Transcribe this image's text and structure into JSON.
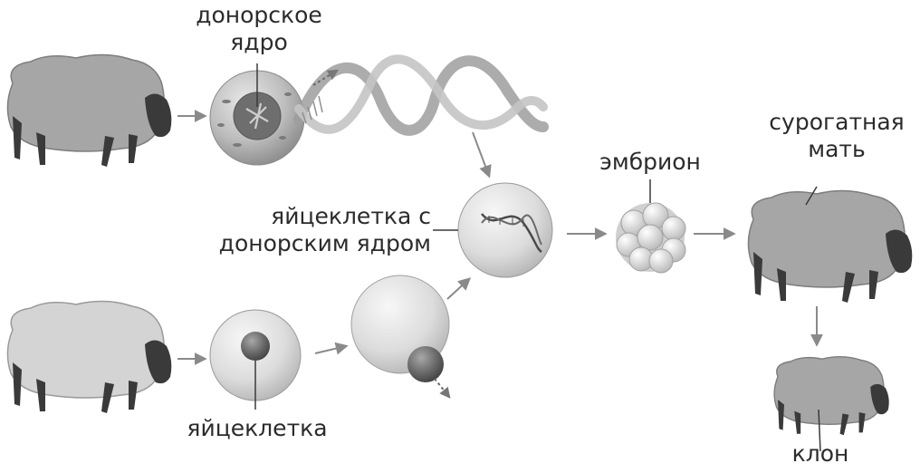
{
  "labels": {
    "donor_nucleus": "донорское\nядро",
    "egg_with_donor_nucleus": "яйцеклетка с\nдонорским ядром",
    "embryo": "эмбрион",
    "surrogate_mother": "сурогатная\nмать",
    "egg": "яйцеклетка",
    "clone": "клон"
  },
  "colors": {
    "sheep_dark": "#a6a6a6",
    "sheep_light": "#d4d4d4",
    "sheep_head": "#3a3a3a",
    "cell": "#d9d9d9",
    "nucleus": "#6e6e6e",
    "arrow": "#8a8a8a",
    "text": "#2b2b2b"
  },
  "icons": {
    "sheep": "sheep-icon",
    "cell": "cell-icon",
    "dna": "dna-helix-icon",
    "embryo": "embryo-cluster-icon"
  }
}
